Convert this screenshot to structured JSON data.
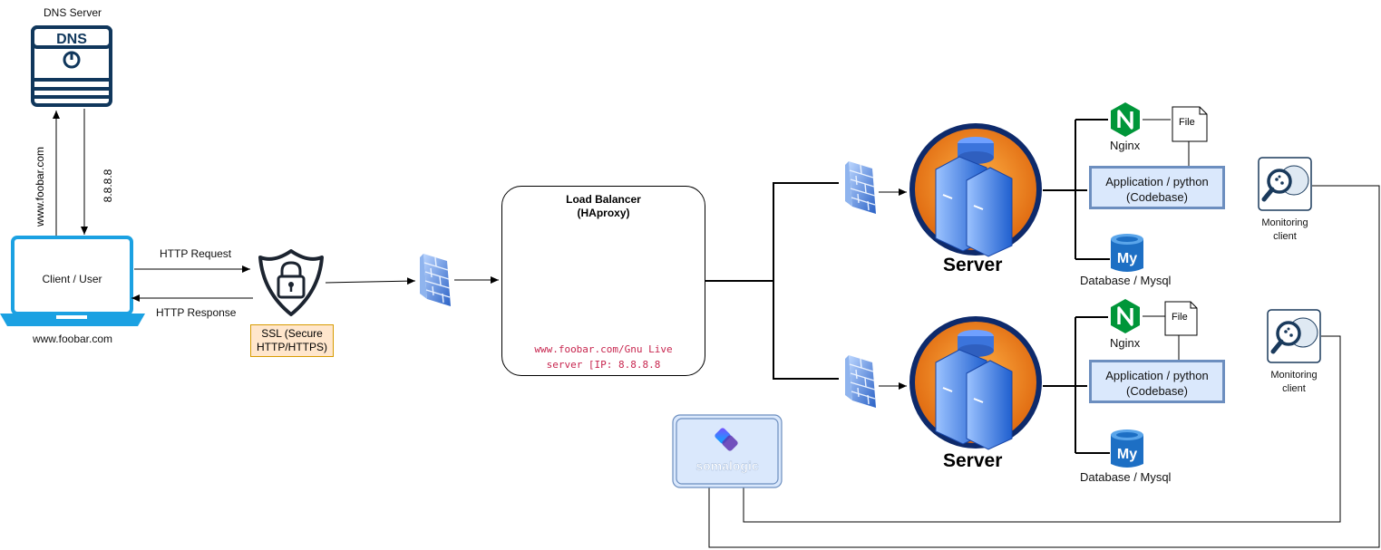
{
  "dns": {
    "title": "DNS Server",
    "badge": "DNS"
  },
  "arrows": {
    "query": "www.foobar.com",
    "answer": "8.8.8.8"
  },
  "client": {
    "label": "Client / User",
    "domain": "www.foobar.com"
  },
  "http": {
    "request": "HTTP Request",
    "response": "HTTP Response"
  },
  "ssl": {
    "line1": "SSL (Secure",
    "line2": "HTTP/HTTPS)"
  },
  "load_balancer": {
    "title1": "Load Balancer",
    "title2": "(HAproxy)",
    "url1": "www.foobar.com/Gnu Live",
    "url2": "server [IP: 8.8.8.8"
  },
  "servers": [
    {
      "label": "Server",
      "nginx": "Nginx",
      "file": "File",
      "app1": "Application / python",
      "app2": "(Codebase)",
      "db": "Database / Mysql",
      "monitor1": "Monitoring",
      "monitor2": "client"
    },
    {
      "label": "Server",
      "nginx": "Nginx",
      "file": "File",
      "app1": "Application / python",
      "app2": "(Codebase)",
      "db": "Database / Mysql",
      "monitor1": "Monitoring",
      "monitor2": "client"
    }
  ],
  "sumo": {
    "label": "somalogic"
  },
  "colors": {
    "dns": "#10375c",
    "laptop": "#1ba1e2",
    "firewall": "#3a6fc8",
    "lb_orange": "#f58534",
    "server_orange": "#e8791f",
    "server_blue": "#2f6bd4",
    "nginx": "#009639",
    "mysql": "#1d6fc4",
    "app_fill": "#dae8fc",
    "app_border": "#6c8ebf",
    "ssl_fill": "#ffe6cc",
    "ssl_border": "#d79b00",
    "sumo_fill": "#dae8fc"
  }
}
